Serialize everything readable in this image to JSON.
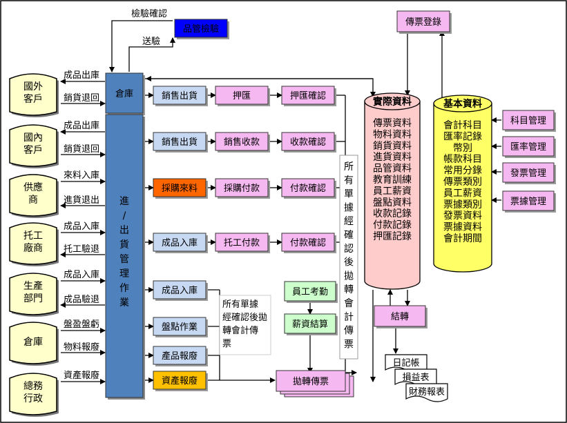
{
  "entities": {
    "overseas": "國外客戶",
    "domestic": "國內客戶",
    "supplier": "供應商",
    "subcontractor": "托工廠商",
    "production": "生產部門",
    "warehouse": "倉庫",
    "admin": "總務行政"
  },
  "edges": {
    "ship_finished_1": "成品出庫",
    "sales_return_1": "銷貨退回",
    "ship_finished_2": "成品出庫",
    "sales_return_2": "銷貨退回",
    "material_in": "來料入庫",
    "purchase_return": "進貨退出",
    "finished_in_1": "成品入庫",
    "outsource_reject": "托工驗退",
    "finished_in_2": "成品入庫",
    "finished_reject": "成品驗退",
    "stocktake": "盤盈盤虧",
    "scrap": "物料報廢",
    "asset_scrap": "資產報廢",
    "inspection_confirm": "檢驗確認",
    "send_inspection": "送驗"
  },
  "qc": "品管檢驗",
  "warehouse_header": "倉庫",
  "io_bar": "進/出貨管理作業",
  "flows": {
    "sales_out": "銷售出貨",
    "bill": "押匯",
    "bill_confirm": "押匯確認",
    "sales_out_2": "銷售出貨",
    "sales_receive": "銷售收款",
    "receive_confirm": "收款確認",
    "purchase_in": "採購來料",
    "purchase_pay": "採購付款",
    "pay_confirm_1": "付款確認",
    "finished_in": "成品入庫",
    "outsource_pay": "托工付款",
    "pay_confirm_2": "付款確認",
    "finished_in_lower": "成品入庫",
    "stocktake_op": "盤點作業",
    "product_scrap": "產品報廢",
    "asset_scrap_op": "資產報廢",
    "staff_attend": "員工考勤",
    "salary": "薪資結算",
    "transfer_voucher": "拋轉傳票",
    "voucher_entry": "傳票登錄",
    "carry_forward": "結轉"
  },
  "note_right": "所有單據經確認後拋轉會計傳票",
  "note_lower": "所有單據經確認後拋轉會計傳票",
  "actual_data": {
    "title": "實際資料",
    "items": [
      "傳票資料",
      "物料資料",
      "銷貨資料",
      "進貨資料",
      "品管資料",
      "教育訓練",
      "員工薪資",
      "盤點資料",
      "收款記錄",
      "付款記錄",
      "押匯記錄"
    ]
  },
  "basic_data": {
    "title": "基本資料",
    "items": [
      "會計科目",
      "匯率記錄",
      "幣別",
      "帳款科目",
      "常用分錄",
      "傳票類別",
      "員工薪資",
      "票據類別",
      "發票資料",
      "票據資料",
      "會計期間"
    ]
  },
  "mgmt": [
    "科目管理",
    "匯率管理",
    "發票管理",
    "票據管理"
  ],
  "reports": [
    "日記帳",
    "損益表",
    "財務報表"
  ],
  "colors": {
    "blue_fill": "#c7d9f2",
    "pink_fill": "#f5b8f0",
    "orange_fill": "#ff6600",
    "gold_fill": "#ffc000",
    "green_fill": "#ccffcc",
    "qc_fill": "#0000ff",
    "bar_fill": "#4f81bd",
    "cyl_pink": "#ffcccc",
    "cyl_yellow": "#ffff66",
    "entity_fill": "#ffffcc"
  }
}
